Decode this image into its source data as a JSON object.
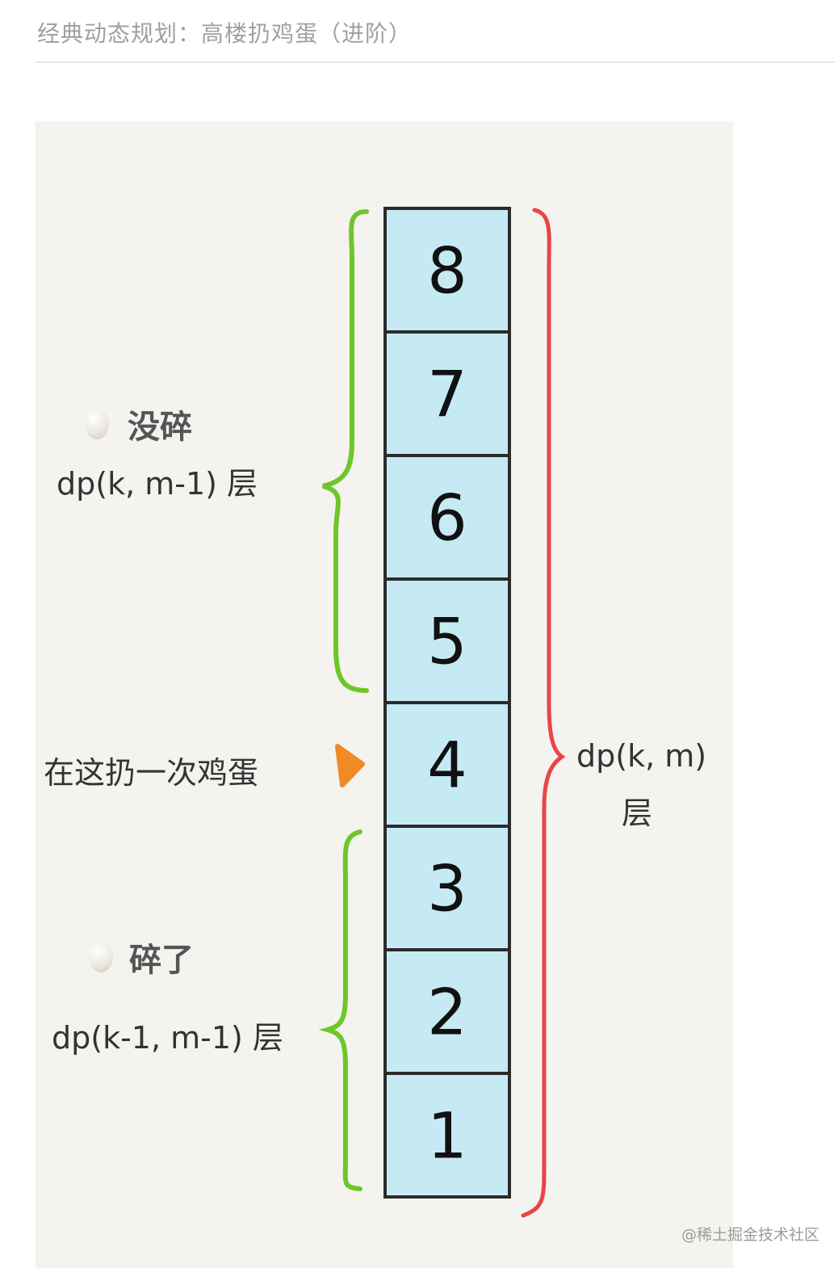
{
  "header": {
    "title": "经典动态规划：高楼扔鸡蛋（进阶）"
  },
  "diagram": {
    "floors": [
      "8",
      "7",
      "6",
      "5",
      "4",
      "3",
      "2",
      "1"
    ],
    "throw_floor": "4",
    "upper_group": {
      "heading": "没碎",
      "formula": "dp(k, m-1) 层"
    },
    "lower_group": {
      "heading": "碎了",
      "formula": "dp(k-1, m-1) 层"
    },
    "throw_label": "在这扔一次鸡蛋",
    "total": {
      "line1": "dp(k, m)",
      "line2": "层"
    },
    "colors": {
      "floor_fill": "#c5eaf4",
      "floor_border": "#2b2b2b",
      "green_brace": "#6ec62a",
      "red_brace": "#e84545",
      "arrow": "#f08a24"
    }
  },
  "watermark": "@稀土掘金技术社区"
}
